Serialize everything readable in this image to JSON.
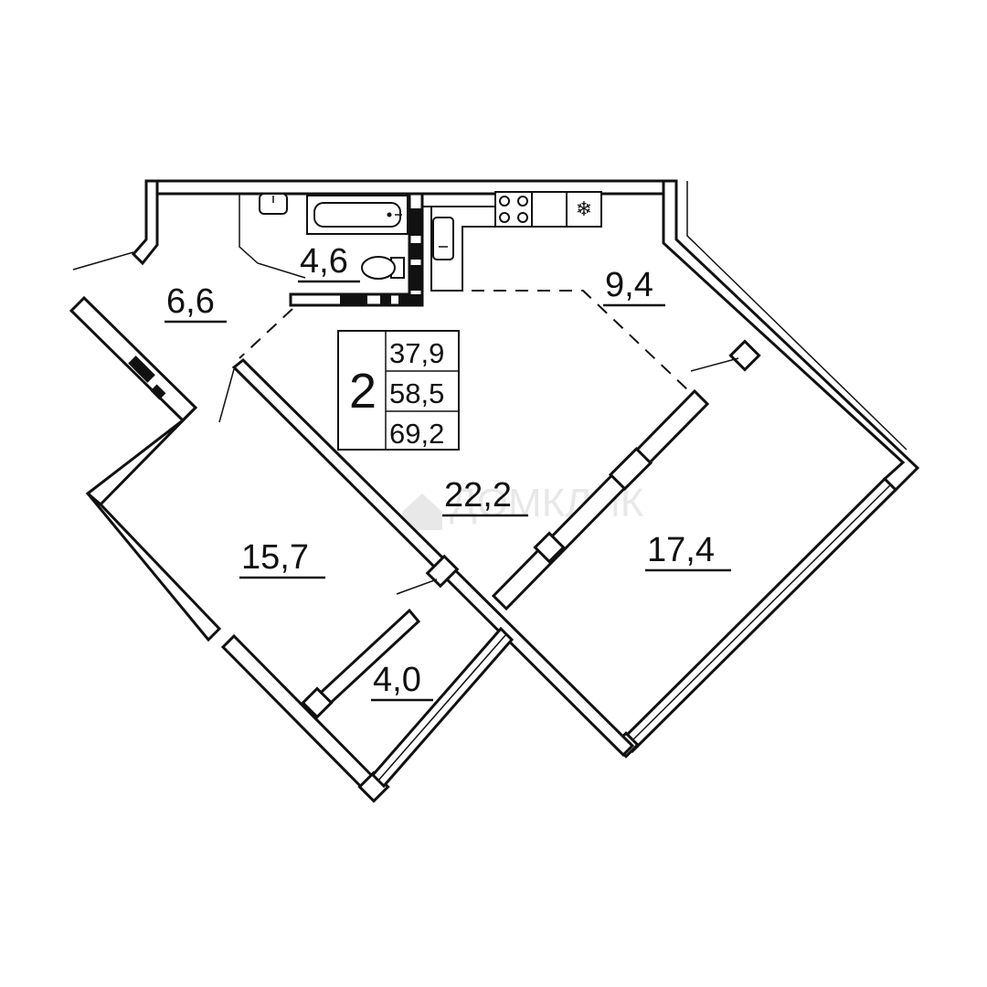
{
  "rooms": {
    "hall": "6,6",
    "bathroom": "4,6",
    "kitchen": "9,4",
    "living": "22,2",
    "bedroom_left": "15,7",
    "bedroom_right": "17,4",
    "balcony": "4,0"
  },
  "summary": {
    "room_count": "2",
    "living_area": "37,9",
    "total_area": "58,5",
    "total_area_with_balcony": "69,2"
  },
  "watermark": "ДОМКЛИК",
  "icons": {
    "fridge": "snowflake-icon",
    "stove": "hob-icon",
    "sink": "sink-icon",
    "bathtub": "bathtub-icon",
    "toilet": "toilet-icon"
  },
  "colors": {
    "ink": "#111111",
    "background": "#ffffff"
  }
}
